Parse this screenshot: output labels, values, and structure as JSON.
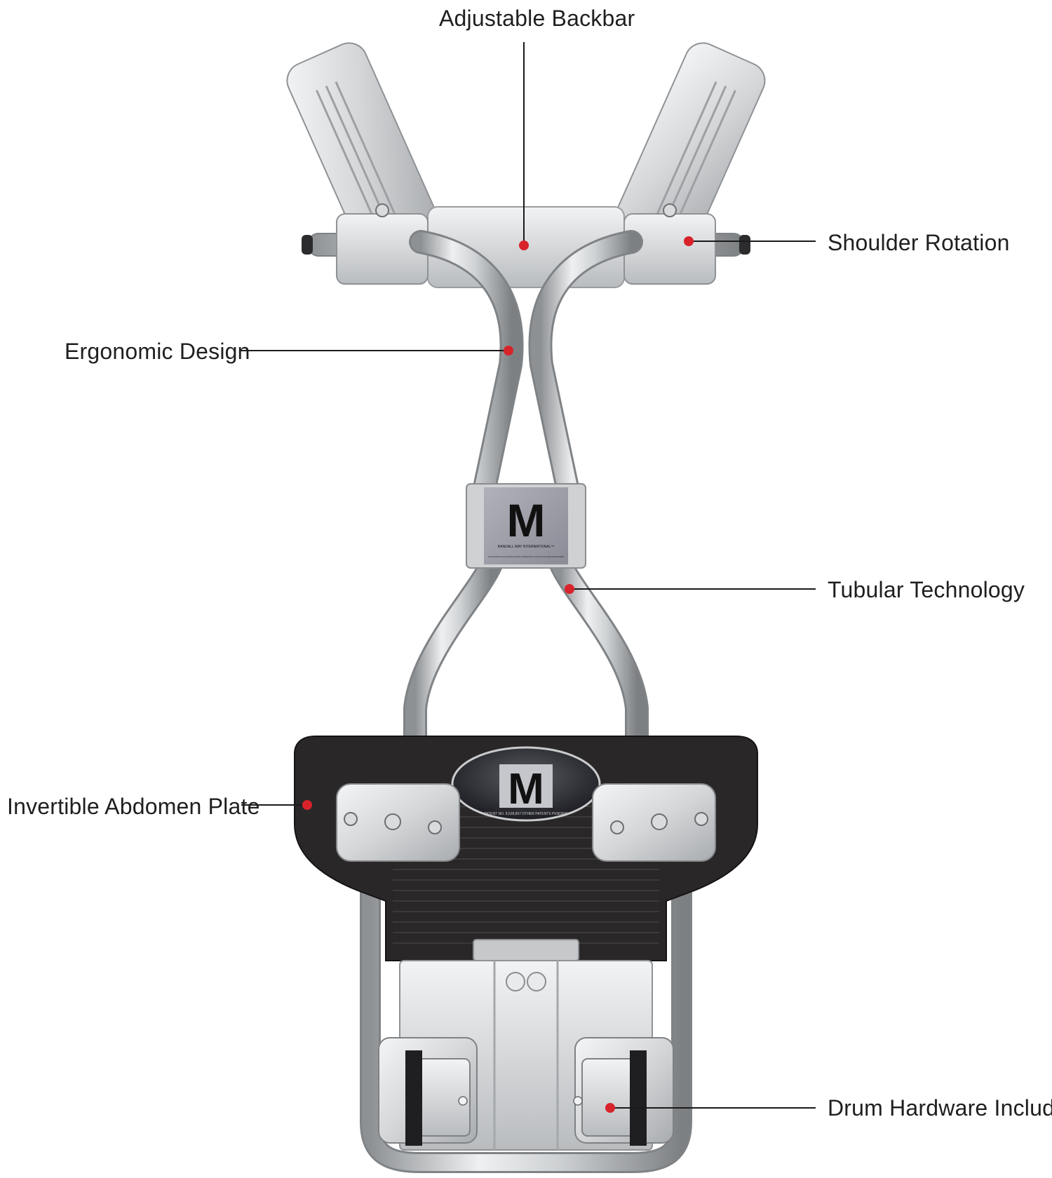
{
  "colors": {
    "background": "#ffffff",
    "callout_dot": "#d8232a",
    "callout_line": "#1a1a1a",
    "tube_silver": "#c8cacc",
    "plate_black": "#2a2728",
    "badge_grey": "#9c9ca6"
  },
  "callouts": [
    {
      "id": "backbar",
      "label": "Adjustable Backbar"
    },
    {
      "id": "shoulder",
      "label": "Shoulder Rotation"
    },
    {
      "id": "ergo",
      "label": "Ergonomic Design"
    },
    {
      "id": "tubular",
      "label": "Tubular Technology"
    },
    {
      "id": "abdomen",
      "label": "Invertible Abdomen Plate"
    },
    {
      "id": "drum",
      "label": "Drum Hardware Included"
    }
  ],
  "product": {
    "logo_letter": "M",
    "badge_brand": "RANDALL MAY INTERNATIONAL™",
    "badge_patents": "5,857,482 5,505,357 6,170,730 6,323,407 6,405,464 6,775,468 6,867,358 7,071,402 7,673,779 & OTHER PATENTS PENDING",
    "plate_patent": "PATENT NO. 8,528,857 OTHER PATENTS PENDING"
  }
}
